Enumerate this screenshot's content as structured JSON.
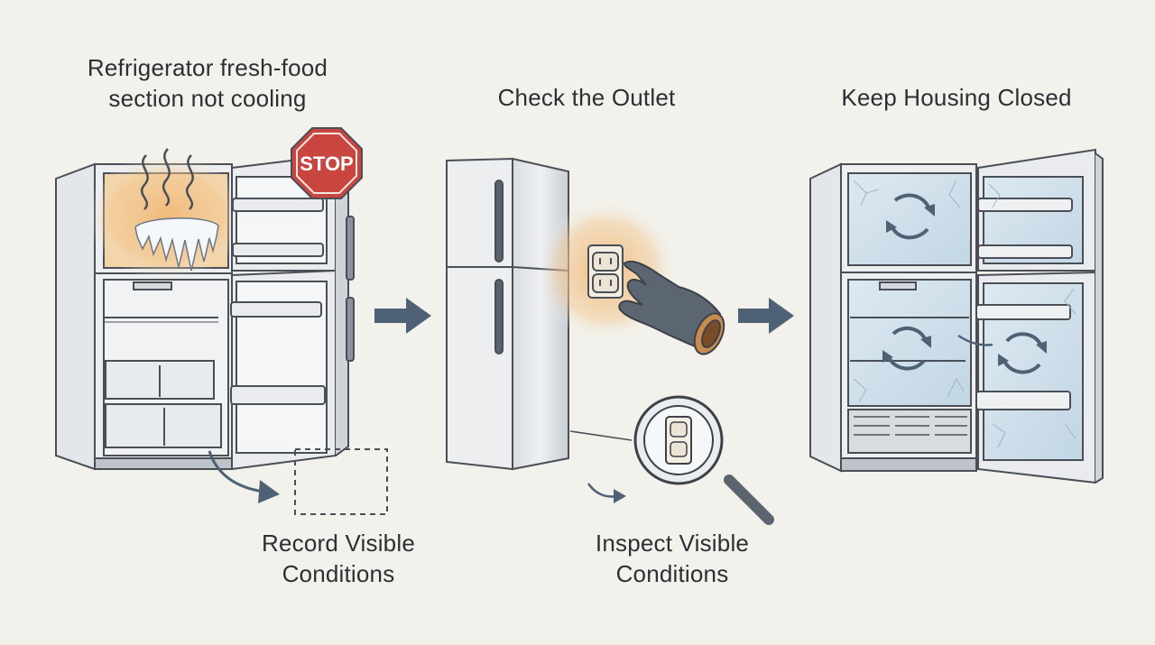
{
  "steps": [
    {
      "title_line1": "Refrigerator fresh-food",
      "title_line2": "section not cooling",
      "stop_sign": "STOP",
      "note_line1": "Record Visible",
      "note_line2": "Conditions"
    },
    {
      "title": "Check the Outlet",
      "note_line1": "Inspect Visible",
      "note_line2": "Conditions"
    },
    {
      "title": "Keep Housing Closed"
    }
  ],
  "icons": [
    "fridge-open-icon",
    "frost-icon",
    "stop-sign-icon",
    "arrow-right-icon",
    "fridge-closed-icon",
    "outlet-icon",
    "gloved-hand-icon",
    "magnifier-icon",
    "cold-air-circulation-icon"
  ],
  "colors": {
    "background": "#f2f1eb",
    "line": "#4a4f57",
    "arrow": "#4f6275",
    "warm_glow": "#f0b877",
    "stop_red": "#c9453f",
    "frost_blue": "#c9dbe8"
  }
}
